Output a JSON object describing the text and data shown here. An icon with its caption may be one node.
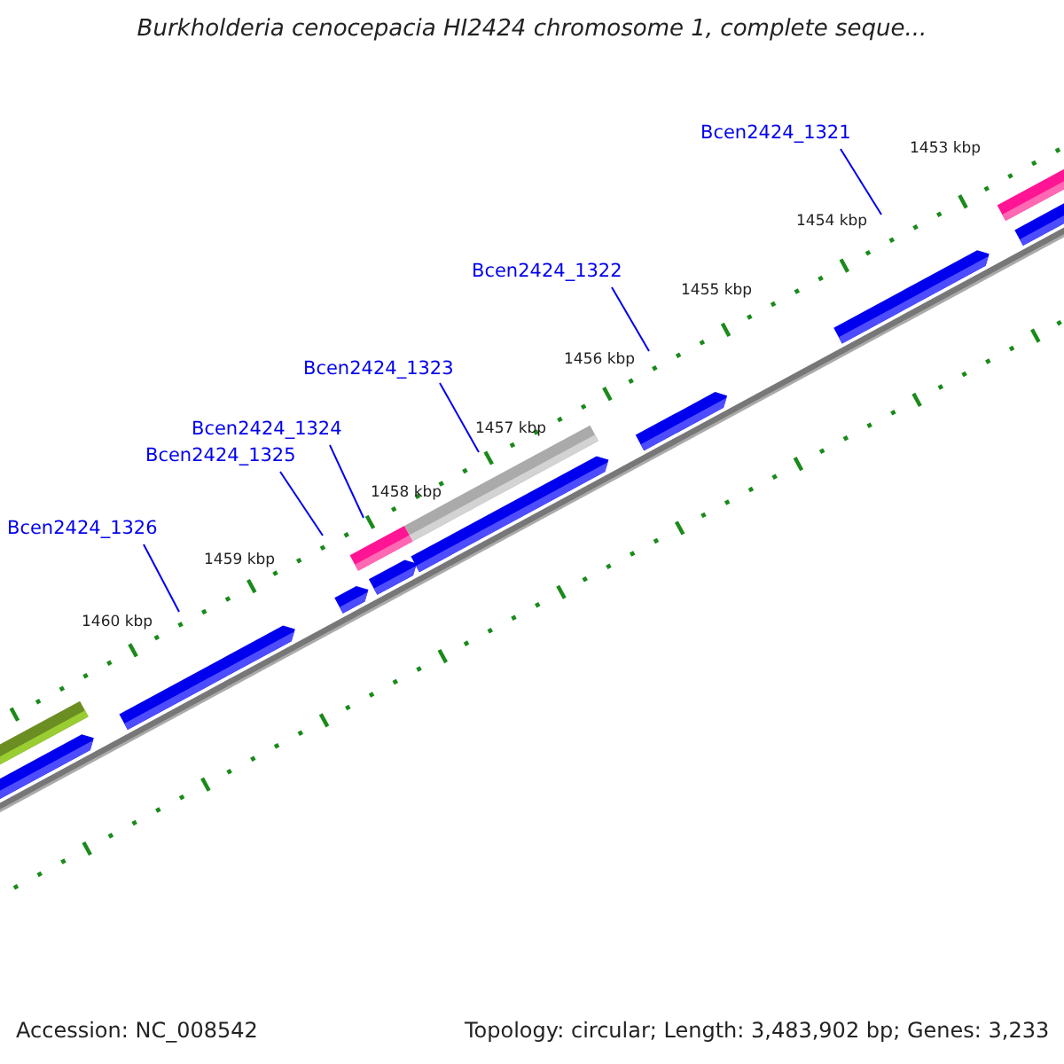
{
  "diagram": {
    "title": "Burkholderia cenocepacia HI2424 chromosome 1, complete seque...",
    "nodes": [
      {
        "text": [
          "Bcen2424_1321"
        ]
      },
      {
        "text": [
          "Bcen2424_1322"
        ]
      },
      {
        "text": [
          "Bcen2424_1323"
        ]
      },
      {
        "text": [
          "Bcen2424_1324"
        ]
      },
      {
        "text": [
          "Bcen2424_1325"
        ]
      },
      {
        "text": [
          "Bcen2424_1326"
        ]
      }
    ],
    "edges": [
      {
        "from": 0,
        "to": null,
        "arrow": "none"
      },
      {
        "from": 1,
        "to": null,
        "arrow": "none"
      },
      {
        "from": 2,
        "to": null,
        "arrow": "none"
      },
      {
        "from": 3,
        "to": null,
        "arrow": "none"
      },
      {
        "from": 4,
        "to": null,
        "arrow": "none"
      },
      {
        "from": 5,
        "to": null,
        "arrow": "none"
      }
    ],
    "labels": [
      "1453 kbp",
      "1454 kbp",
      "1455 kbp",
      "1456 kbp",
      "1457 kbp",
      "1458 kbp",
      "1459 kbp",
      "1460 kbp",
      "Accession: NC_008542",
      "Topology: circular; Length: 3,483,902 bp; Genes: 3,233"
    ]
  }
}
